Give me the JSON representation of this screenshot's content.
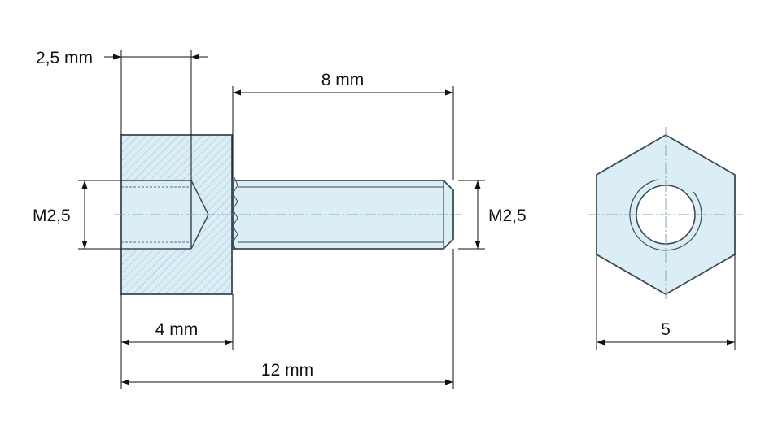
{
  "dimensions": {
    "counterbore_depth": "2,5 mm",
    "thread_length": "8 mm",
    "thread_left": "M2,5",
    "thread_right": "M2,5",
    "head_length": "4 mm",
    "overall_length": "12 mm",
    "hex_width": "5"
  },
  "colors": {
    "part_fill": "#dbeef6",
    "outline": "#3c4a58",
    "hatch": "#9fc0d2",
    "centerline": "#8aa6b6",
    "dimension": "#111111"
  }
}
